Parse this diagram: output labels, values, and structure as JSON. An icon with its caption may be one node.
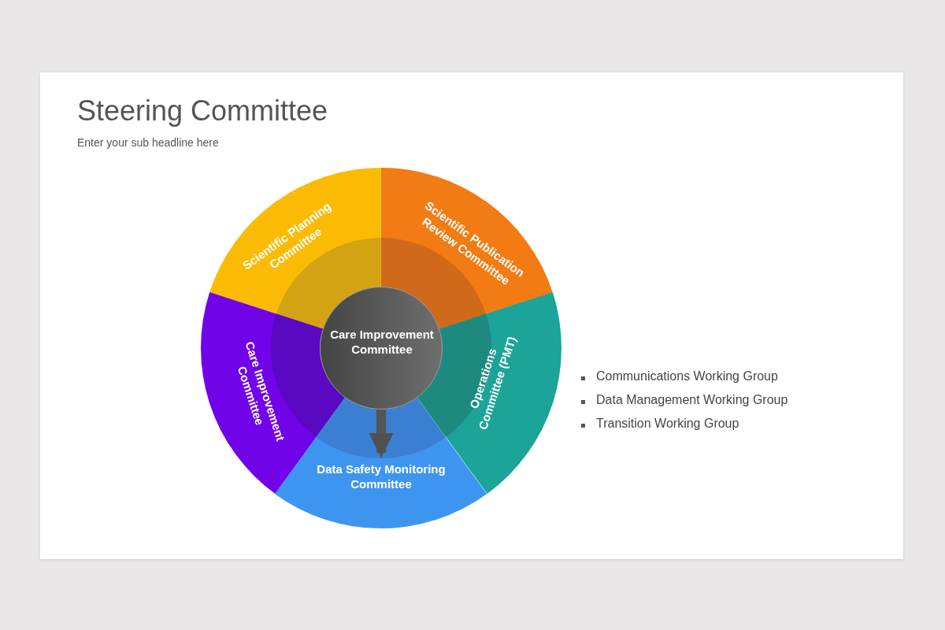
{
  "diagram": {
    "title": "Steering Committee",
    "nodes": [
      {
        "text": [
          "Scientific Planning Committee"
        ]
      },
      {
        "text": [
          "Scientific Publication Review Committee"
        ]
      },
      {
        "text": [
          "Care Improvement Committee"
        ]
      },
      {
        "text": [
          "Care Improvement Committee"
        ]
      },
      {
        "text": [
          "Operations Committee (PMT)"
        ]
      },
      {
        "text": [
          "Data Safety Monitoring Committee"
        ]
      }
    ],
    "edges": [
      {
        "from": 2,
        "to": 5,
        "arrow": "to"
      }
    ],
    "labels": [
      "Enter your sub headline here",
      "Communications Working Group",
      "Data Management Working Group",
      "Transition Working Group"
    ]
  }
}
